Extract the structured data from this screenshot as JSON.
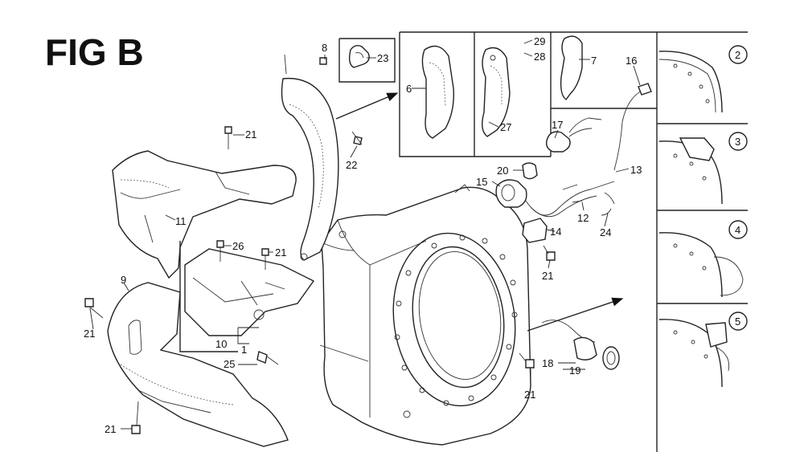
{
  "figure": {
    "title": "FIG B"
  },
  "callouts": {
    "c1": "1",
    "c6": "6",
    "c7": "7",
    "c8": "8",
    "c9": "9",
    "c10": "10",
    "c11": "11",
    "c12": "12",
    "c13": "13",
    "c14": "14",
    "c15": "15",
    "c16": "16",
    "c17": "17",
    "c18": "18",
    "c19": "19",
    "c20": "20",
    "c21": "21",
    "c22": "22",
    "c23": "23",
    "c24": "24",
    "c25": "25",
    "c26": "26",
    "c27": "27",
    "c28": "28",
    "c29": "29"
  },
  "variants": {
    "v2": "2",
    "v3": "3",
    "v4": "4",
    "v5": "5"
  }
}
